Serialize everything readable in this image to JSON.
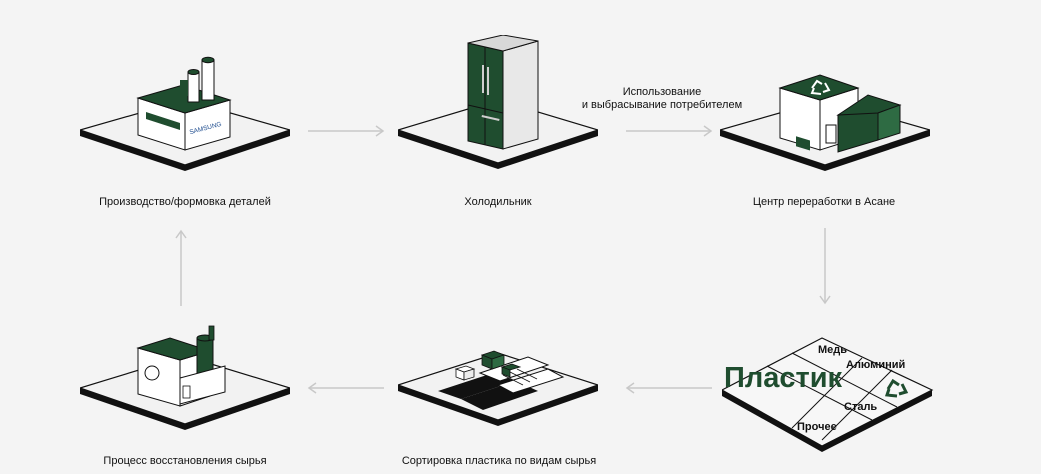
{
  "colors": {
    "background": "#f4f4f4",
    "brand_green": "#1f4d2f",
    "tile_top": "#f2f2f2",
    "tile_edge": "#111111",
    "arrow": "#c8c8c8"
  },
  "steps": [
    {
      "id": "production",
      "caption": "Производство/формовка деталей",
      "brand": "SAMSUNG"
    },
    {
      "id": "fridge",
      "caption": "Холодильник"
    },
    {
      "id": "recycling_center",
      "caption": "Центр переработки в Асане"
    },
    {
      "id": "sorting_materials",
      "caption": ""
    },
    {
      "id": "plastic_sorting",
      "caption": "Сортировка пластика по видам сырья"
    },
    {
      "id": "raw_recovery",
      "caption": "Процесс восстановления сырья"
    }
  ],
  "flow_note": {
    "line1": "Использование",
    "line2": "и выбрасывание потребителем"
  },
  "materials": {
    "plastic": "Пластик",
    "copper": "Медь",
    "aluminum": "Алюминий",
    "steel": "Сталь",
    "other": "Прочее"
  },
  "icons": {
    "arrow": "arrow-icon",
    "recycle": "recycle-icon"
  }
}
